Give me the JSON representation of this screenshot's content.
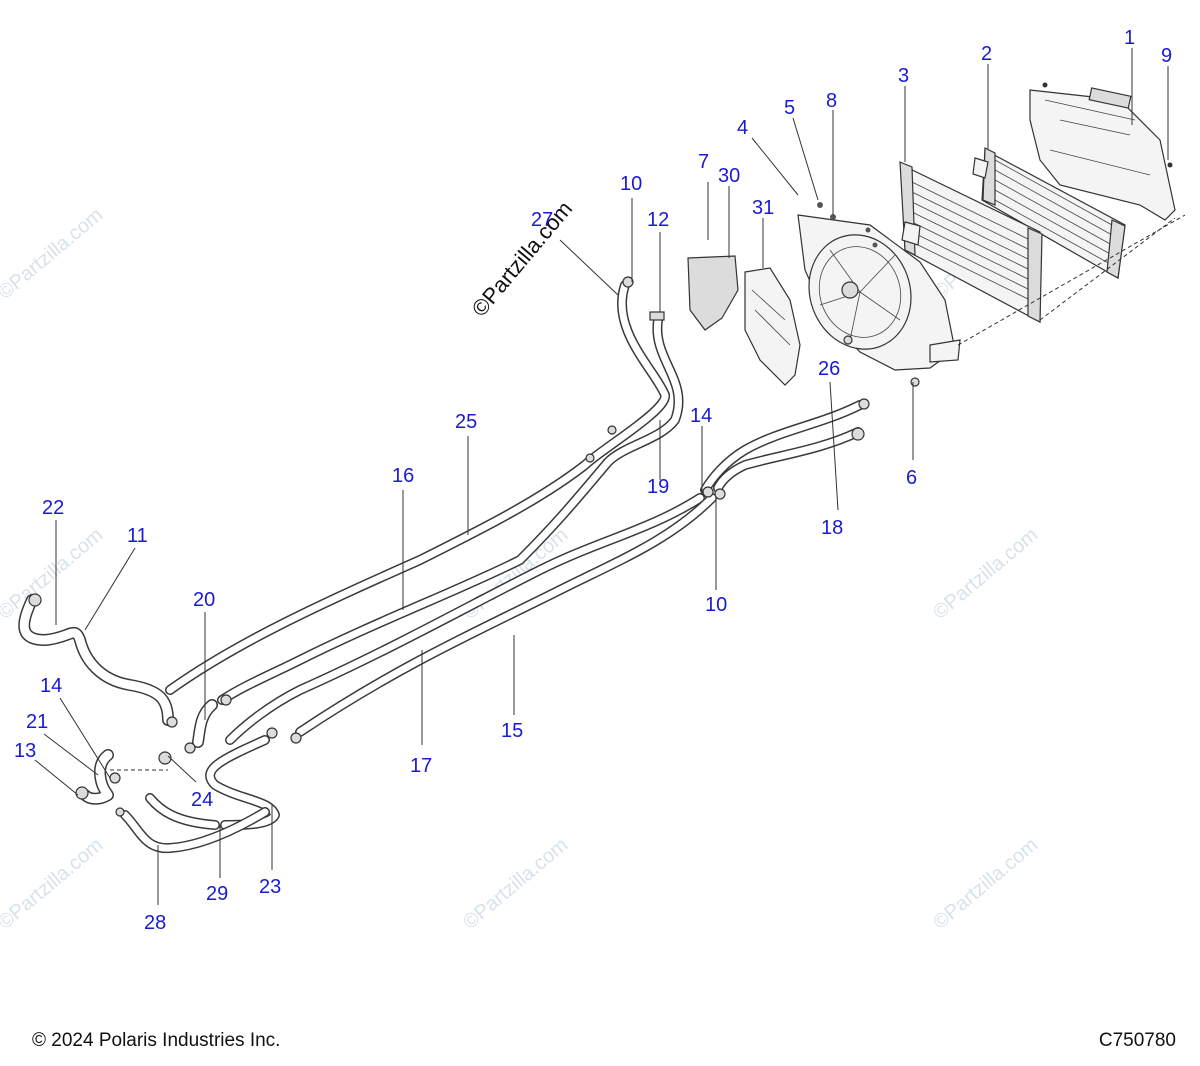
{
  "watermark": "©Partzilla.com",
  "callouts": [
    "1",
    "2",
    "3",
    "4",
    "5",
    "6",
    "7",
    "8",
    "9",
    "10",
    "10",
    "10",
    "11",
    "12",
    "13",
    "14",
    "14",
    "15",
    "16",
    "17",
    "18",
    "19",
    "20",
    "21",
    "22",
    "23",
    "24",
    "25",
    "26",
    "27",
    "28",
    "29",
    "30",
    "31"
  ],
  "footer": {
    "copyright": "© 2024 Polaris Industries Inc.",
    "drawing_number": "C750780"
  },
  "colors": {
    "callout": "#1a1ad6",
    "line": "#333333",
    "watermark": "#d8e2ea"
  }
}
